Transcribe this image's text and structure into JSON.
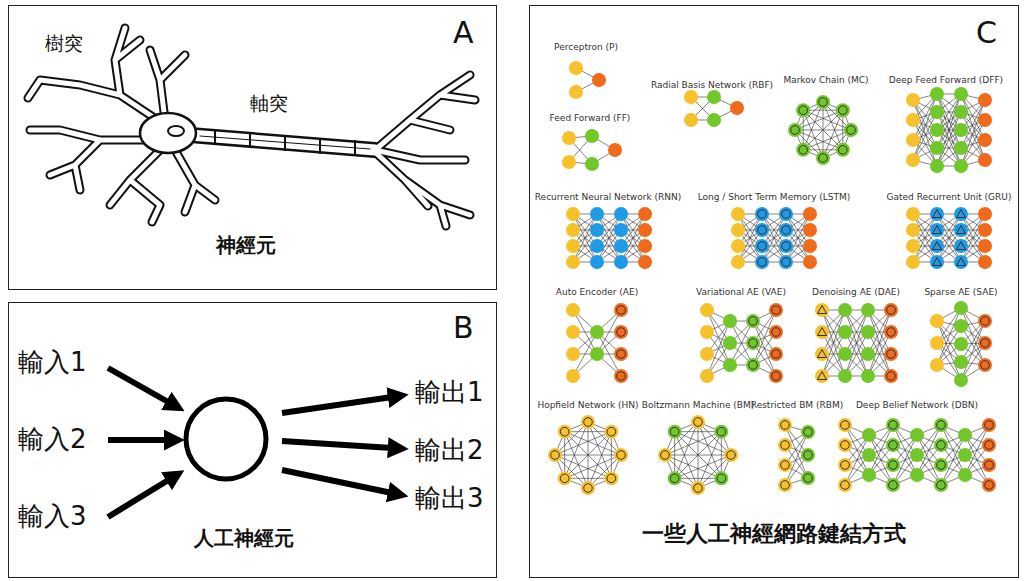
{
  "diagram": {
    "nodes": [
      {
        "text": [
          "A",
          "神經元"
        ]
      },
      {
        "text": [
          "B"
        ]
      },
      {
        "text": [
          "人工神經元"
        ],
        "in": 1
      },
      {
        "text": [
          "C",
          "一些人工神經網路鍵結方式"
        ]
      }
    ],
    "labels": [
      "樹突",
      "軸突",
      "輸入1",
      "輸入2",
      "輸入3",
      "輸出1",
      "輸出2",
      "輸出3",
      "Perceptron (P)",
      "Feed Forward (FF)",
      "Radial Basis Network (RBF)",
      "Markov Chain (MC)",
      "Deep Feed Forward (DFF)",
      "Recurrent Neural Network (RNN)",
      "Long / Short Term Memory (LSTM)",
      "Gated Recurrent Unit (GRU)",
      "Auto Encoder (AE)",
      "Variational AE (VAE)",
      "Denoising AE (DAE)",
      "Sparse AE (SAE)",
      "Hopfield Network (HN)",
      "Boltzmann Machine (BM)",
      "Restricted BM (RBM)",
      "Deep Belief Network (DBN)"
    ]
  }
}
